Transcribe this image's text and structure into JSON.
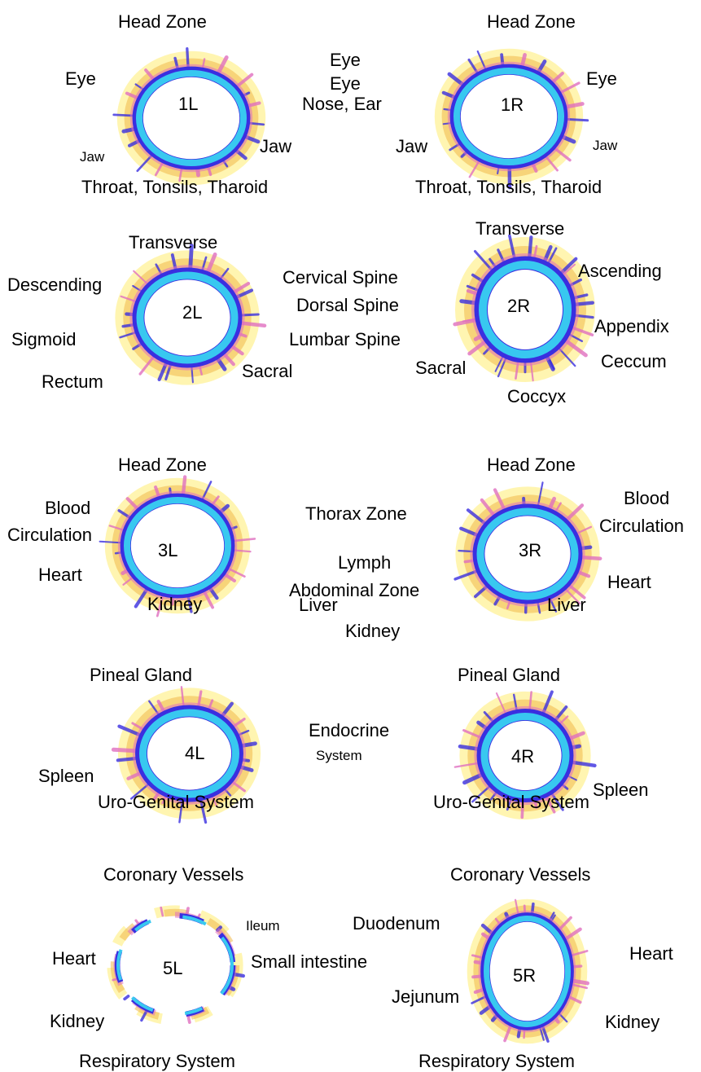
{
  "colors": {
    "outer_halo": "#fff4a8",
    "mid_halo": "#f0b84a",
    "speckle": "#e070c0",
    "band_outer": "#3a2fe0",
    "band_inner": "#38c8f0",
    "core": "#ffffff"
  },
  "zones": [
    {
      "id": "1L",
      "center_label": "1L",
      "labels": {
        "top": "Head Zone",
        "eye": "Eye",
        "jaw_right": "Jaw",
        "jaw_left": "Jaw",
        "bottom": "Throat, Tonsils, Tharoid"
      }
    },
    {
      "id": "1R",
      "center_label": "1R",
      "labels": {
        "top": "Head Zone",
        "eye": "Eye",
        "jaw_left": "Jaw",
        "jaw_right": "Jaw",
        "bottom": "Throat, Tonsils, Tharoid"
      }
    },
    {
      "id": "2L",
      "center_label": "2L",
      "labels": {
        "top": "Transverse",
        "descending": "Descending",
        "sigmoid": "Sigmoid",
        "rectum": "Rectum",
        "sacral": "Sacral"
      }
    },
    {
      "id": "2R",
      "center_label": "2R",
      "labels": {
        "top": "Transverse",
        "ascending": "Ascending",
        "appendix": "Appendix",
        "ceccum": "Ceccum",
        "coccyx": "Coccyx",
        "sacral": "Sacral"
      }
    },
    {
      "id": "3L",
      "center_label": "3L",
      "labels": {
        "top": "Head Zone",
        "blood": "Blood",
        "circulation": "Circulation",
        "heart": "Heart",
        "kidney": "Kidney"
      }
    },
    {
      "id": "3R",
      "center_label": "3R",
      "labels": {
        "top": "Head Zone",
        "blood": "Blood",
        "circulation": "Circulation",
        "heart": "Heart",
        "liver": "Liver"
      }
    },
    {
      "id": "4L",
      "center_label": "4L",
      "labels": {
        "top": "Pineal Gland",
        "spleen": "Spleen",
        "bottom": "Uro-Genital System"
      }
    },
    {
      "id": "4R",
      "center_label": "4R",
      "labels": {
        "top": "Pineal Gland",
        "spleen": "Spleen",
        "bottom": "Uro-Genital System"
      }
    },
    {
      "id": "5L",
      "center_label": "5L",
      "labels": {
        "top": "Coronary Vessels",
        "ileum": "Ileum",
        "heart": "Heart",
        "small_intestine": "Small intestine",
        "kidney": "Kidney",
        "bottom": "Respiratory System"
      }
    },
    {
      "id": "5R",
      "center_label": "5R",
      "labels": {
        "top": "Coronary Vessels",
        "duodenum": "Duodenum",
        "heart": "Heart",
        "jejunum": "Jejunum",
        "kidney": "Kidney",
        "bottom": "Respiratory System"
      }
    }
  ],
  "middle": {
    "row1": {
      "eye1": "Eye",
      "eye2": "Eye",
      "nose_ear": "Nose,  Ear"
    },
    "row2": {
      "cervical": "Cervical Spine",
      "dorsal": "Dorsal Spine",
      "lumbar": "Lumbar Spine"
    },
    "row3": {
      "thorax": "Thorax Zone",
      "lymph": "Lymph",
      "abdominal": "Abdominal Zone",
      "liver": "Liver",
      "kidney": "Kidney"
    },
    "row4": {
      "endocrine": "Endocrine",
      "system": "System"
    }
  }
}
